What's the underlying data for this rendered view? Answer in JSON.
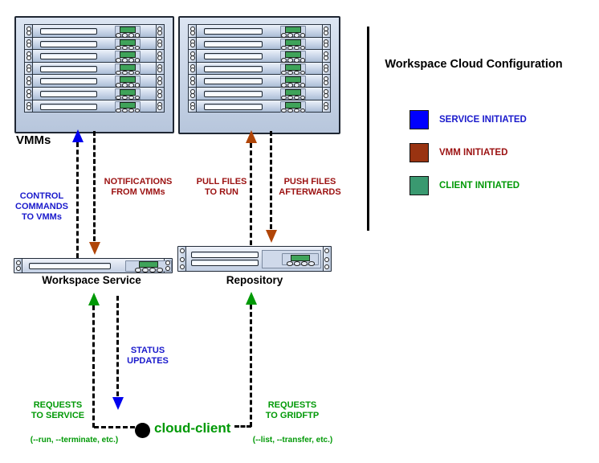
{
  "title": "Workspace Cloud Configuration",
  "legend": {
    "items": [
      {
        "label": "SERVICE INITIATED",
        "color": "#0000fe",
        "text_color": "#1a1acc"
      },
      {
        "label": "VMM INITIATED",
        "color": "#993311",
        "text_color": "#9b1111"
      },
      {
        "label": "CLIENT INITIATED",
        "color": "#3a9970",
        "text_color": "#009906"
      }
    ]
  },
  "colors": {
    "service_arrow": "#0000ee",
    "vmm_arrow": "#b04508",
    "client_arrow": "#009906",
    "service_text": "#1a1acc",
    "vmm_text": "#9b1111",
    "client_text": "#009906"
  },
  "nodes": {
    "vmms": "VMMs",
    "workspace_service": "Workspace Service",
    "repository": "Repository",
    "cloud_client": "cloud-client"
  },
  "edge_labels": {
    "control_commands": "CONTROL\nCOMMANDS\nTO VMMs",
    "notifications": "NOTIFICATIONS\nFROM VMMs",
    "pull_files": "PULL FILES\nTO RUN",
    "push_files": "PUSH FILES\nAFTERWARDS",
    "status_updates": "STATUS\nUPDATES",
    "requests_to_service": "REQUESTS\nTO SERVICE",
    "requests_to_service_sub": "(--run, --terminate, etc.)",
    "requests_to_gridftp": "REQUESTS\nTO GRIDFTP",
    "requests_to_gridftp_sub": "(--list, --transfer, etc.)"
  },
  "racks": {
    "left_units": 7,
    "right_units": 7
  }
}
